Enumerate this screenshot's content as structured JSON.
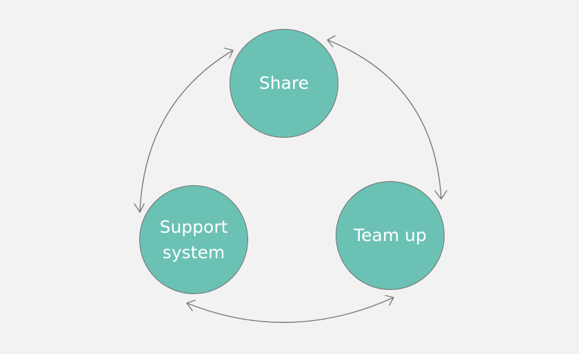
{
  "diagram": {
    "nodes": [
      {
        "id": "share",
        "label": "Share"
      },
      {
        "id": "support",
        "label": "Support\nsystem"
      },
      {
        "id": "teamup",
        "label": "Team up"
      }
    ],
    "edges": [
      {
        "from": "share",
        "to": "support",
        "direction": "bidirectional"
      },
      {
        "from": "share",
        "to": "teamup",
        "direction": "bidirectional"
      },
      {
        "from": "support",
        "to": "teamup",
        "direction": "bidirectional"
      }
    ],
    "colors": {
      "node_fill": "#6cc1b5",
      "node_border": "#6e6e6e",
      "node_text": "#ffffff",
      "arrow": "#777777",
      "background": "#f2f2f2"
    }
  }
}
